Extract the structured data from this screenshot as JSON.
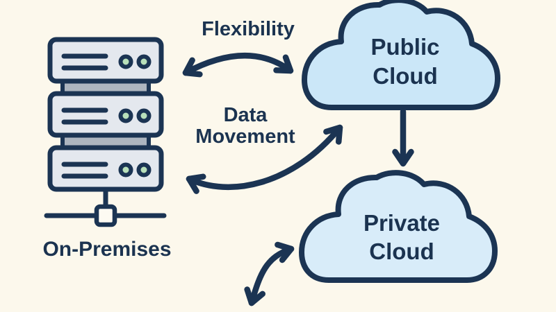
{
  "colors": {
    "background": "#fcf8ec",
    "ink": "#1b3453",
    "public_cloud_fill": "#cbe7f8",
    "private_cloud_fill": "#d8ecf9",
    "server_body_fill": "#e4e8ee",
    "server_connector_fill": "#adb5bf",
    "led_fill": "#b9e0ba",
    "node_fill": "#fdfaf2"
  },
  "nodes": {
    "on_premises": {
      "label": "On-Premises"
    },
    "public_cloud": {
      "label": "Public Cloud"
    },
    "private_cloud": {
      "label": "Private Cloud"
    }
  },
  "edges": {
    "flexibility": {
      "label": "Flexibility"
    },
    "data_movement": {
      "label": "Data Movement"
    }
  }
}
